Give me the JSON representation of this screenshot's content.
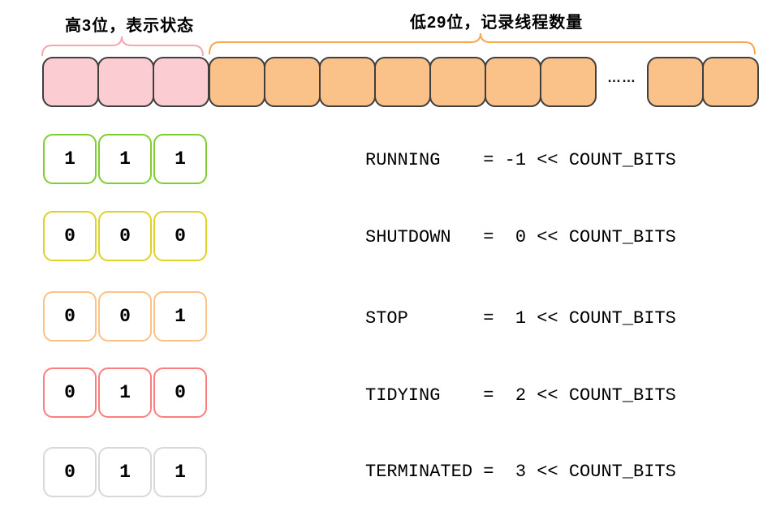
{
  "bit_field": {
    "high_label": "高3位，表示状态",
    "low_label": "低29位，记录线程数量",
    "ellipsis": "……",
    "high_cell_count": 3,
    "low_cells_before_ellipsis": 7,
    "low_cells_after_ellipsis": 2,
    "colors": {
      "high_fill": "#FBCDD2",
      "low_fill": "#FAC189",
      "cell_border": "#3F3F3F",
      "high_brace": "#F5A7B0",
      "low_brace": "#F5A851"
    }
  },
  "states": [
    {
      "name": "RUNNING",
      "bits": [
        "1",
        "1",
        "1"
      ],
      "border_color": "#7ECE2D",
      "code": "RUNNING    = -1 << COUNT_BITS"
    },
    {
      "name": "SHUTDOWN",
      "bits": [
        "0",
        "0",
        "0"
      ],
      "border_color": "#DDD226",
      "code": "SHUTDOWN   =  0 << COUNT_BITS"
    },
    {
      "name": "STOP",
      "bits": [
        "0",
        "0",
        "1"
      ],
      "border_color": "#FBC185",
      "code": "STOP       =  1 << COUNT_BITS"
    },
    {
      "name": "TIDYING",
      "bits": [
        "0",
        "1",
        "0"
      ],
      "border_color": "#F97F7F",
      "code": "TIDYING    =  2 << COUNT_BITS"
    },
    {
      "name": "TERMINATED",
      "bits": [
        "0",
        "1",
        "1"
      ],
      "border_color": "#D8D8D8",
      "code": "TERMINATED =  3 << COUNT_BITS"
    }
  ]
}
